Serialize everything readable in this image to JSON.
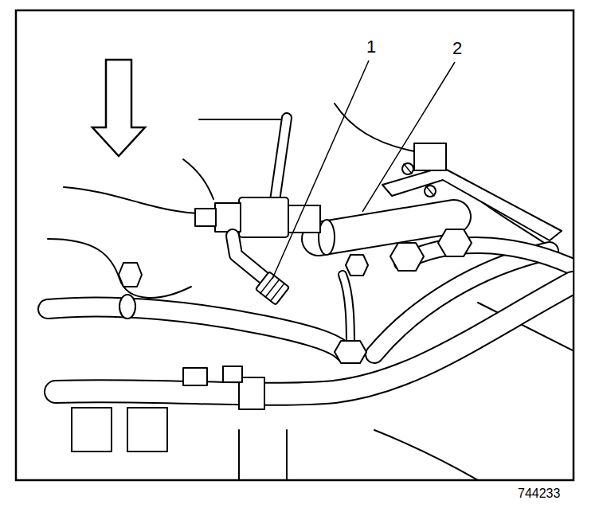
{
  "diagram": {
    "labels": [
      "1",
      "2",
      "744233"
    ]
  }
}
